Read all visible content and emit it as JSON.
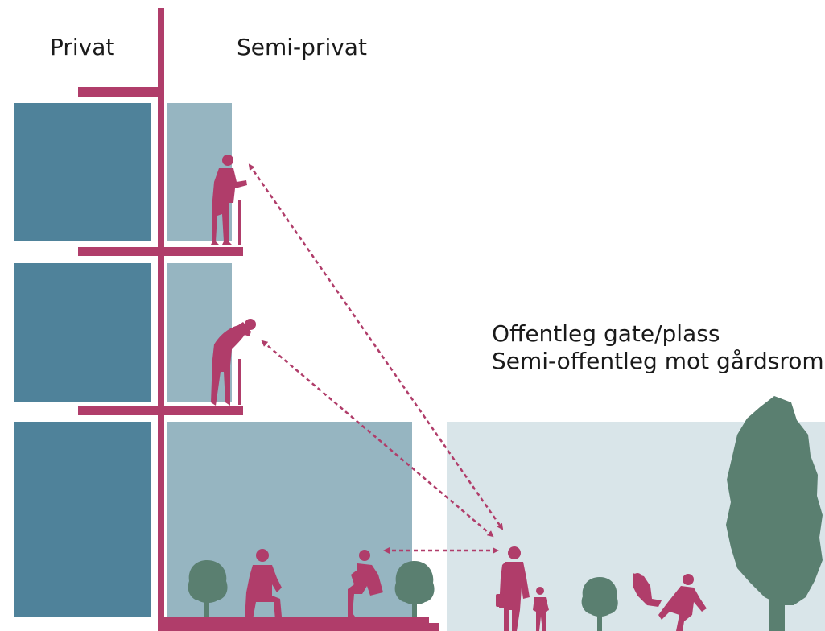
{
  "labels": {
    "private": "Privat",
    "semi_private": "Semi-privat",
    "public": "Offentleg gate/plass",
    "semi_public": "Semi-offentleg mot gårdsrom"
  },
  "colors": {
    "private_zone": "#4f829a",
    "semi_private_zone": "#96b5c1",
    "public_zone": "#d9e5e9",
    "structure": "#b03d6a",
    "people": "#b03d6a",
    "trees": "#5a7f70",
    "sightline": "#b03d6a"
  }
}
